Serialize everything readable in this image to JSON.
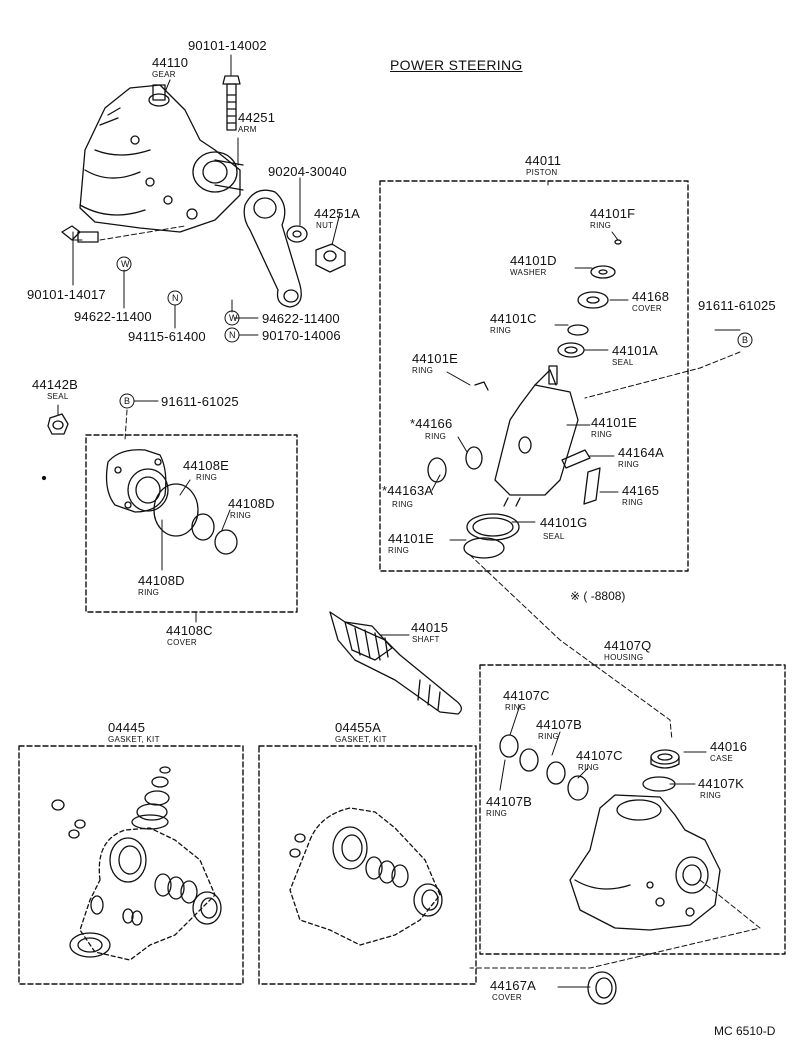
{
  "title": "POWER STEERING",
  "parts": [
    {
      "number": "90101-14002",
      "name": ""
    },
    {
      "number": "44110",
      "name": "GEAR"
    },
    {
      "number": "44251",
      "name": "ARM"
    },
    {
      "number": "90204-30040",
      "name": ""
    },
    {
      "number": "44251A",
      "name": "NUT"
    },
    {
      "number": "90101-14017",
      "name": ""
    },
    {
      "number": "94622-11400",
      "name": ""
    },
    {
      "number": "94115-61400",
      "name": ""
    },
    {
      "number": "94622-11400",
      "name": ""
    },
    {
      "number": "90170-14006",
      "name": ""
    },
    {
      "number": "44142B",
      "name": "SEAL"
    },
    {
      "number": "91611-61025",
      "name": ""
    },
    {
      "number": "44108E",
      "name": "RING"
    },
    {
      "number": "44108D",
      "name": "RING"
    },
    {
      "number": "44108D",
      "name": "RING"
    },
    {
      "number": "44108C",
      "name": "COVER"
    },
    {
      "number": "44015",
      "name": "SHAFT"
    },
    {
      "number": "44011",
      "name": "PISTON"
    },
    {
      "number": "44101F",
      "name": "RING"
    },
    {
      "number": "44101D",
      "name": "WASHER"
    },
    {
      "number": "44168",
      "name": "COVER"
    },
    {
      "number": "91611-61025",
      "name": ""
    },
    {
      "number": "44101C",
      "name": "RING"
    },
    {
      "number": "44101A",
      "name": "SEAL"
    },
    {
      "number": "44101E",
      "name": "RING"
    },
    {
      "number": "44101E",
      "name": "RING"
    },
    {
      "number": "*44166",
      "name": "RING"
    },
    {
      "number": "44164A",
      "name": "RING"
    },
    {
      "number": "*44163A",
      "name": "RING"
    },
    {
      "number": "44165",
      "name": "RING"
    },
    {
      "number": "44101E",
      "name": "RING"
    },
    {
      "number": "44101G",
      "name": "SEAL"
    },
    {
      "number": "44107Q",
      "name": "HOUSING"
    },
    {
      "number": "44107C",
      "name": "RING"
    },
    {
      "number": "44107B",
      "name": "RING"
    },
    {
      "number": "44107C",
      "name": "RING"
    },
    {
      "number": "44107B",
      "name": "RING"
    },
    {
      "number": "44016",
      "name": "CASE"
    },
    {
      "number": "44107K",
      "name": "RING"
    },
    {
      "number": "44167A",
      "name": "COVER"
    },
    {
      "number": "04445",
      "name": "GASKET, KIT"
    },
    {
      "number": "04455A",
      "name": "GASKET, KIT"
    }
  ],
  "badges": {
    "w": "W",
    "n": "N",
    "b": "B"
  },
  "footnote": "※ (       -8808)",
  "figure_code": "MC 6510-D"
}
